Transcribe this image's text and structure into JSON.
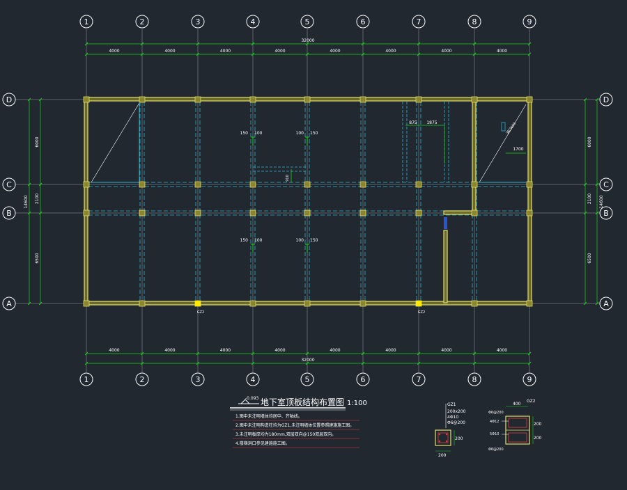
{
  "grid": {
    "columns": [
      "1",
      "2",
      "3",
      "4",
      "5",
      "6",
      "7",
      "8",
      "9"
    ],
    "rows": [
      "D",
      "C",
      "B",
      "A"
    ]
  },
  "dimensions": {
    "top_bays": [
      "4000",
      "4000",
      "4000",
      "4000",
      "4000",
      "4000",
      "4000",
      "4000"
    ],
    "top_total": "32000",
    "bottom_bays": [
      "4000",
      "4000",
      "4000",
      "4000",
      "4000",
      "4000",
      "4000",
      "4000"
    ],
    "bottom_total": "32000",
    "left_segments": [
      "6000",
      "2100",
      "6500"
    ],
    "left_total": "14600",
    "right_segments": [
      "6000",
      "2100",
      "6500"
    ],
    "right_total": "14600",
    "detail_875": "875",
    "detail_1875": "1875",
    "detail_1700": "1700",
    "opening_label": "洞口600"
  },
  "annotations": {
    "beam_top_left": "150",
    "beam_top_right": "100",
    "beam_top2_left": "100",
    "beam_top2_right": "150",
    "beam_bot_left": "150",
    "beam_bot_right": "100",
    "beam_bot2_left": "100",
    "beam_bot2_right": "150",
    "vertical_label": "910",
    "column_tag_3": "GZ2",
    "column_tag_7": "GZ2"
  },
  "title_block": {
    "elevation": "-0.093",
    "title": "地下室顶板结构布置图",
    "scale": "1:100",
    "notes": [
      "1.图中未注明墙体均居中、齐轴线。",
      "2.图中未注明构造柱均为GZ1,未注明墙体位置参照建施施工图。",
      "3.未注明板厚均为180mm,双层双向@150双层双向。",
      "4.楼梯洞口参见建施施工图。"
    ]
  },
  "gz1": {
    "name": "GZ1",
    "size": "200x200",
    "rebar": "4Φ10",
    "stirrup": "Φ6@200",
    "dim": "200"
  },
  "gz2": {
    "name": "GZ2",
    "width": "400",
    "stirrup_top": "Φ6@200",
    "rebar_a": "4Φ12",
    "rebar_b": "5Φ10",
    "stirrup_bot": "Φ6@200",
    "dim_a": "200",
    "dim_b": "200"
  },
  "colors": {
    "background": "#212830",
    "wall": "#e3de6a",
    "axis": "#ffffff",
    "dim": "#19d419",
    "beam": "#2fb3d0",
    "note_red": "#e04040",
    "column_fill": "#e3de6a"
  }
}
